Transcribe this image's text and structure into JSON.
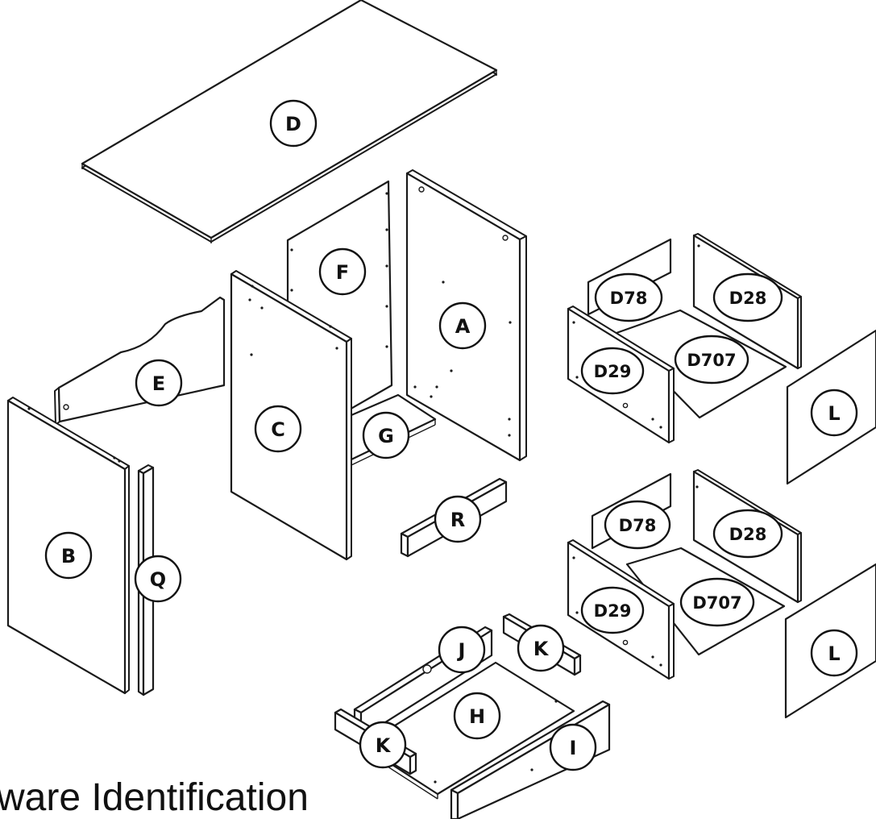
{
  "caption": "ware Identification",
  "parts": {
    "D": "D",
    "F": "F",
    "A": "A",
    "C": "C",
    "E": "E",
    "G": "G",
    "B": "B",
    "Q": "Q",
    "R": "R",
    "J": "J",
    "K1": "K",
    "K2": "K",
    "H": "H",
    "I": "I",
    "drawer1": {
      "D78": "D78",
      "D28": "D28",
      "D29": "D29",
      "D707": "D707",
      "L": "L"
    },
    "drawer2": {
      "D78": "D78",
      "D28": "D28",
      "D29": "D29",
      "D707": "D707",
      "L": "L"
    }
  }
}
